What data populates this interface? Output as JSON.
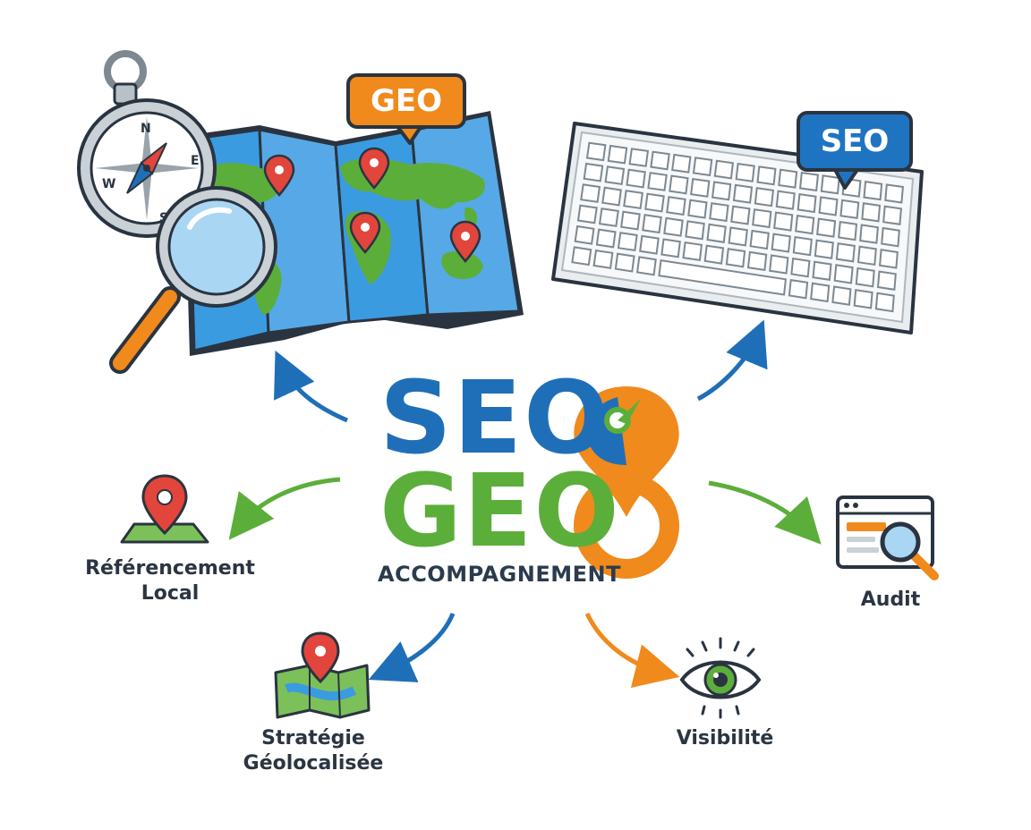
{
  "center": {
    "line1": "SEO",
    "line2": "GEO",
    "subtitle": "ACCOMPAGNEMENT"
  },
  "bubbles": {
    "map_tag": "GEO",
    "keyboard_tag": "SEO"
  },
  "compass_letters": {
    "north": "N",
    "south": "S",
    "east": "E",
    "west": "W"
  },
  "nodes": {
    "local": "Référencement\nLocal",
    "audit": "Audit",
    "strategy": "Stratégie\nGéolocalisée",
    "visibility": "Visibilité"
  },
  "colors": {
    "blue": "#1f6fb8",
    "green": "#5cae3b",
    "orange": "#f08a1c",
    "red": "#e2453c",
    "outline": "#2a3440"
  },
  "icons": {
    "compass": "compass-icon",
    "map": "world-map-icon",
    "magnifier": "magnifying-glass-icon",
    "keyboard": "keyboard-icon",
    "pin": "location-pin-icon",
    "browser": "browser-audit-icon",
    "eye": "eye-icon"
  }
}
